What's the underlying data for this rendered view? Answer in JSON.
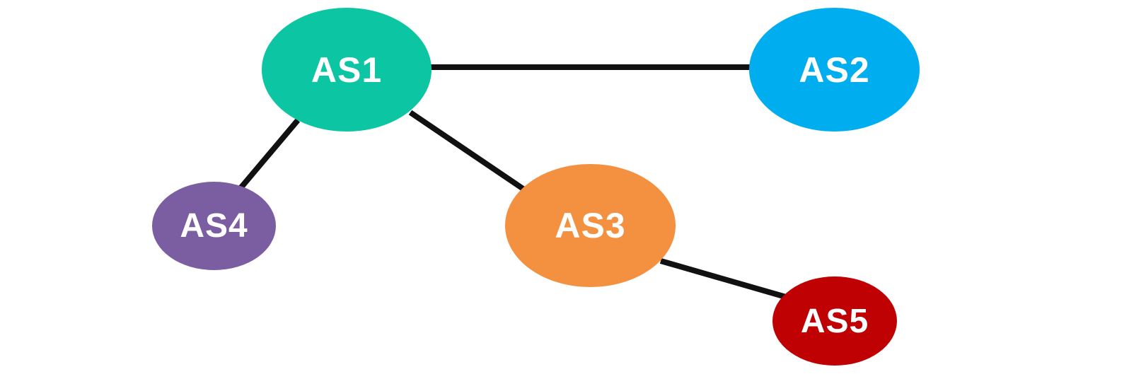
{
  "nodes": [
    {
      "id": "as1",
      "label": "AS1",
      "color": "#0bc5a3"
    },
    {
      "id": "as2",
      "label": "AS2",
      "color": "#00adef"
    },
    {
      "id": "as3",
      "label": "AS3",
      "color": "#f39141"
    },
    {
      "id": "as4",
      "label": "AS4",
      "color": "#7b5ea1"
    },
    {
      "id": "as5",
      "label": "AS5",
      "color": "#bf0103"
    }
  ],
  "edges": [
    {
      "from": "as1",
      "to": "as2"
    },
    {
      "from": "as1",
      "to": "as4"
    },
    {
      "from": "as1",
      "to": "as3"
    },
    {
      "from": "as3",
      "to": "as5"
    }
  ],
  "colors": {
    "link": "#111111",
    "label_text": "#ffffff",
    "background": "#ffffff"
  }
}
